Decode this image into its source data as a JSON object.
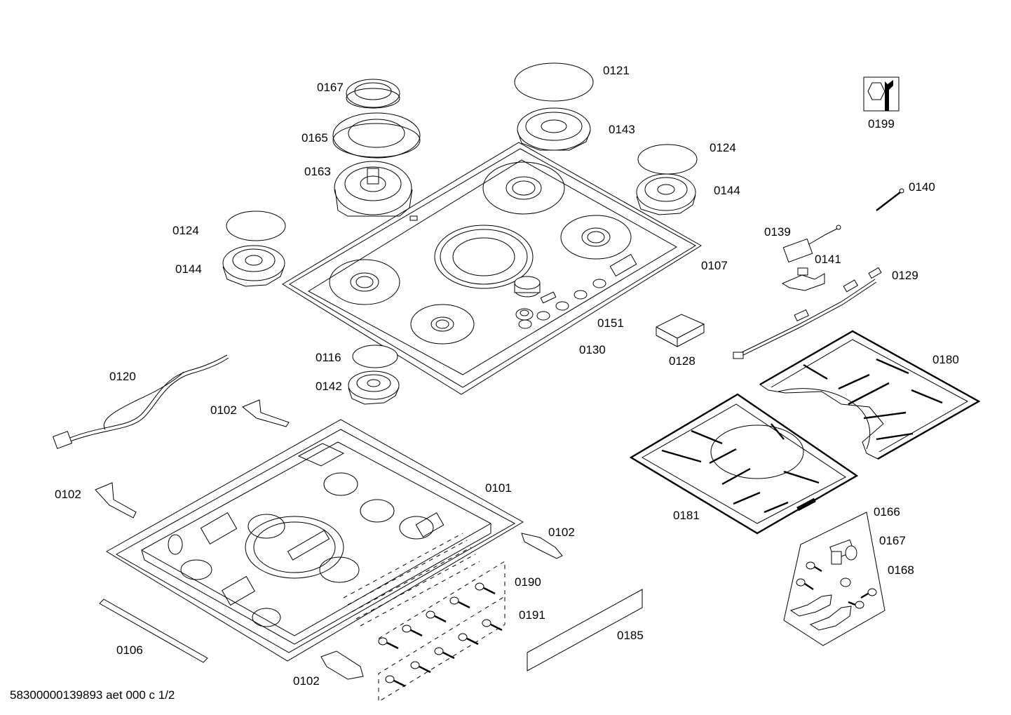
{
  "parts": {
    "p0121": "0121",
    "p0167a": "0167",
    "p0165": "0165",
    "p0143": "0143",
    "p0163": "0163",
    "p0124a": "0124",
    "p0144a": "0144",
    "p0199": "0199",
    "p0140": "0140",
    "p0139": "0139",
    "p0141": "0141",
    "p0124b": "0124",
    "p0144b": "0144",
    "p0107": "0107",
    "p0129": "0129",
    "p0151": "0151",
    "p0130": "0130",
    "p0128": "0128",
    "p0116": "0116",
    "p0142": "0142",
    "p0120": "0120",
    "p0180": "0180",
    "p0102a": "0102",
    "p0101": "0101",
    "p0102b": "0102",
    "p0181": "0181",
    "p0166": "0166",
    "p0102c": "0102",
    "p0167b": "0167",
    "p0190": "0190",
    "p0168": "0168",
    "p0191": "0191",
    "p0185": "0185",
    "p0106": "0106",
    "p0102d": "0102"
  },
  "footer": {
    "doc_id": "58300000139893 aet 000 c 1/2"
  },
  "icons": {
    "service": "wrench-icon"
  }
}
